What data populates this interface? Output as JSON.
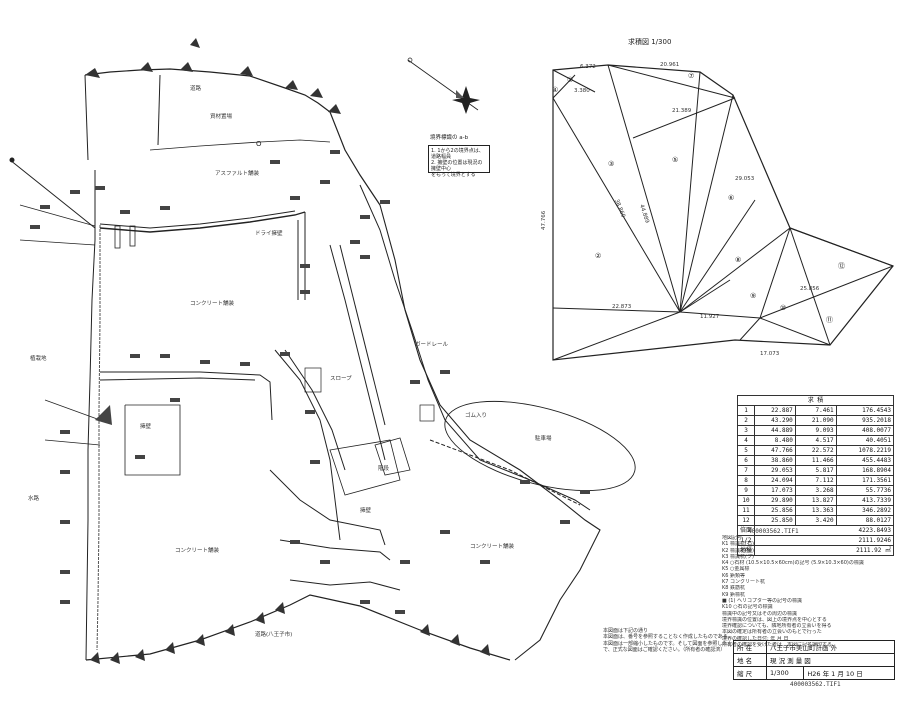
{
  "scale_title": "求積図 1/300",
  "mark_label": "O",
  "table": {
    "title": "求 積",
    "rows": [
      {
        "no": "1",
        "a": "22.887",
        "b": "7.461",
        "c": "176.4543"
      },
      {
        "no": "2",
        "a": "43.290",
        "b": "21.090",
        "c": "935.2018"
      },
      {
        "no": "3",
        "a": "44.889",
        "b": "9.093",
        "c": "408.0077"
      },
      {
        "no": "4",
        "a": "8.480",
        "b": "4.517",
        "c": "40.4051"
      },
      {
        "no": "5",
        "a": "47.766",
        "b": "22.572",
        "c": "1078.2219"
      },
      {
        "no": "6",
        "a": "38.860",
        "b": "11.466",
        "c": "455.4483"
      },
      {
        "no": "7",
        "a": "29.053",
        "b": "5.817",
        "c": "168.8904"
      },
      {
        "no": "8",
        "a": "24.094",
        "b": "7.112",
        "c": "171.3561"
      },
      {
        "no": "9",
        "a": "17.073",
        "b": "3.268",
        "c": "55.7736"
      },
      {
        "no": "10",
        "a": "29.890",
        "b": "13.827",
        "c": "413.7339"
      },
      {
        "no": "11",
        "a": "25.856",
        "b": "13.363",
        "c": "346.2892"
      },
      {
        "no": "12",
        "a": "25.850",
        "b": "3.420",
        "c": "88.0127"
      }
    ],
    "sum_label": "倍面",
    "sum_value": "4223.8493",
    "half_label": "1/2",
    "half_value": "2111.9246",
    "area_label": "地積",
    "area_value": "2111.92 ㎡"
  },
  "doc_code": "400003562.TIF1",
  "doc_code_bottom": "400003562.TIF1",
  "legend_notes": [
    "地図記号",
    "K1  標識杭(石)",
    "K2  標識杭(金)",
    "K3  標識杭(プ)",
    "K4 ○石材 (10.5×10.5×60cm)の記号 (5.9×10.3×60)の標識",
    "K5  ○金属標",
    "K6  鋲類等",
    "K7  コンクリート杭",
    "K8  鉄筋杭",
    "K9  鋲標杭",
    "■  (1) ヘリコプター等の記号の標識",
    "K10  ○石の記号の標識",
    "標識中の記号又はその周辺の標識",
    "境界標識の位置は、図上の境界点を中心とする",
    "境界確認についても、隣地所有者の立会いを得る",
    "本図の確定は所有者の立会いのもとで行った",
    "境界の確認した日付: 年 月 日",
    "所有者の確認を受けた者は、本図に記名押印する"
  ],
  "boxnote": {
    "title": "境界標識の a-b",
    "lines": [
      "1. 1から2の境界点は、道路幅員",
      "2. 擁壁の位置は現況の擁壁中心",
      "をもって境界とする"
    ]
  },
  "bottom_notes": [
    "本図面は下記の通り",
    "本図面は、番号を参照することなく作成したものである。",
    "本図面は一部縮小したものです。そして図面を参照した上",
    "で、正式な図面はご確認ください。（所有者の確認済）"
  ],
  "title_block": {
    "r1_label": "所 在",
    "r1_value": "八王子市美山町計画 外",
    "r2_label": "地 名",
    "r2_value": "現 況 測 量 図",
    "r3_label": "縮 尺",
    "r3_value": "1/300",
    "r3_date": "H26 年 1 月 10 日"
  },
  "area_labels": [
    "資材置場",
    "アスファルト舗装",
    "コンクリート舗装",
    "コンクリート舗装",
    "コンクリート舗装",
    "植栽地",
    "道路",
    "階段",
    "ゴム入り",
    "ドライ擁壁",
    "ガードレール",
    "スロープ",
    "擁壁",
    "擁壁",
    "水路",
    "駐車場",
    "道路(八王子市)"
  ],
  "parcel_numbers": [
    "①",
    "②",
    "③",
    "④",
    "⑤",
    "⑥",
    "⑦",
    "⑧",
    "⑨",
    "⑩",
    "⑪",
    "⑫"
  ],
  "dimension_labels": [
    "6.372",
    "20.961",
    "3.380",
    "21.389",
    "22.873",
    "11.927",
    "47.766",
    "38.860",
    "44.889",
    "25.856",
    "17.073",
    "29.053"
  ]
}
